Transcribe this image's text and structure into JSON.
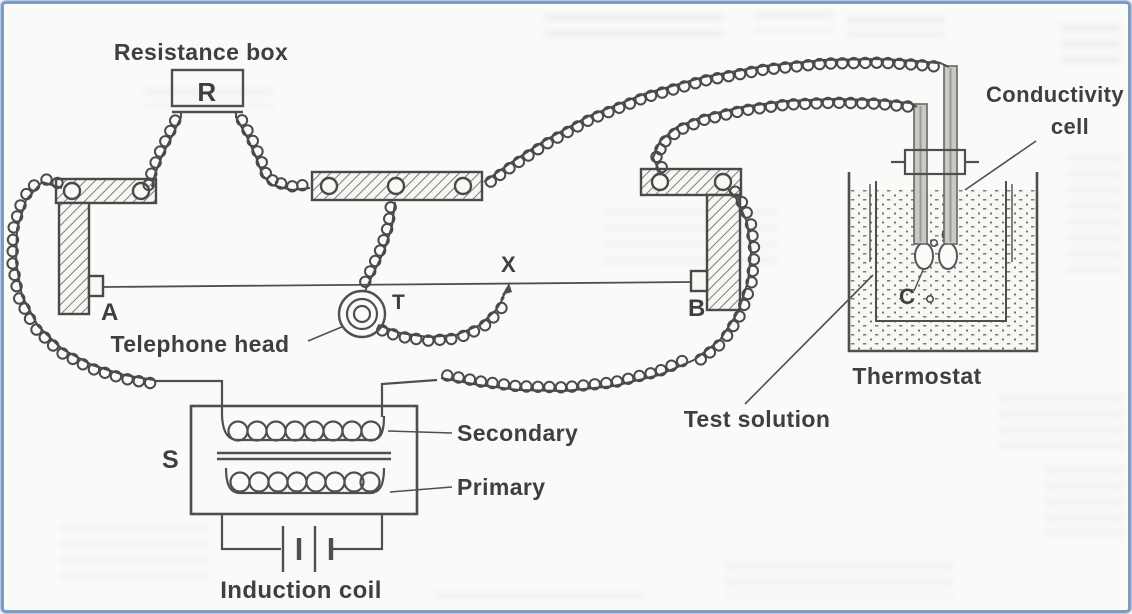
{
  "figure": {
    "description": "Wheatstone-bridge apparatus for measuring conductance of an electrolyte solution",
    "labels": {
      "resistance_box": "Resistance box",
      "r": "R",
      "a": "A",
      "b": "B",
      "x": "X",
      "t": "T",
      "c": "C",
      "s": "S",
      "telephone_head": "Telephone head",
      "secondary": "Secondary",
      "primary": "Primary",
      "induction_coil": "Induction coil",
      "test_solution": "Test solution",
      "thermostat": "Thermostat",
      "conductivity_line1": "Conductivity",
      "conductivity_line2": "cell"
    },
    "colors": {
      "ink": "#4a4a4a",
      "frame_blue": "#7e9cc2",
      "paper": "#fafaf8",
      "electrode_grey": "#c9c9c6"
    }
  }
}
